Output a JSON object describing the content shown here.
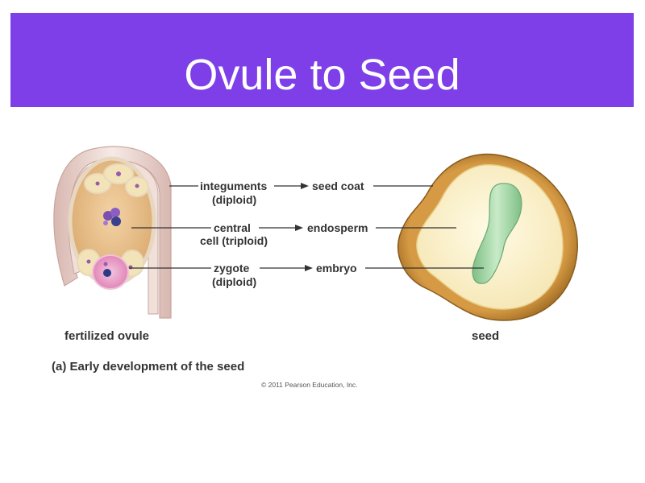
{
  "slide": {
    "title": "Ovule to Seed"
  },
  "figure": {
    "labels": {
      "integuments": "integuments",
      "integuments_ploidy": "(diploid)",
      "seed_coat": "seed coat",
      "central": "central",
      "central_cell": "cell (triploid)",
      "endosperm": "endosperm",
      "zygote": "zygote",
      "zygote_ploidy": "(diploid)",
      "embryo": "embryo",
      "fertilized_ovule": "fertilized ovule",
      "seed": "seed"
    },
    "caption": "(a) Early development of the seed",
    "copyright": "© 2011 Pearson Education, Inc."
  }
}
